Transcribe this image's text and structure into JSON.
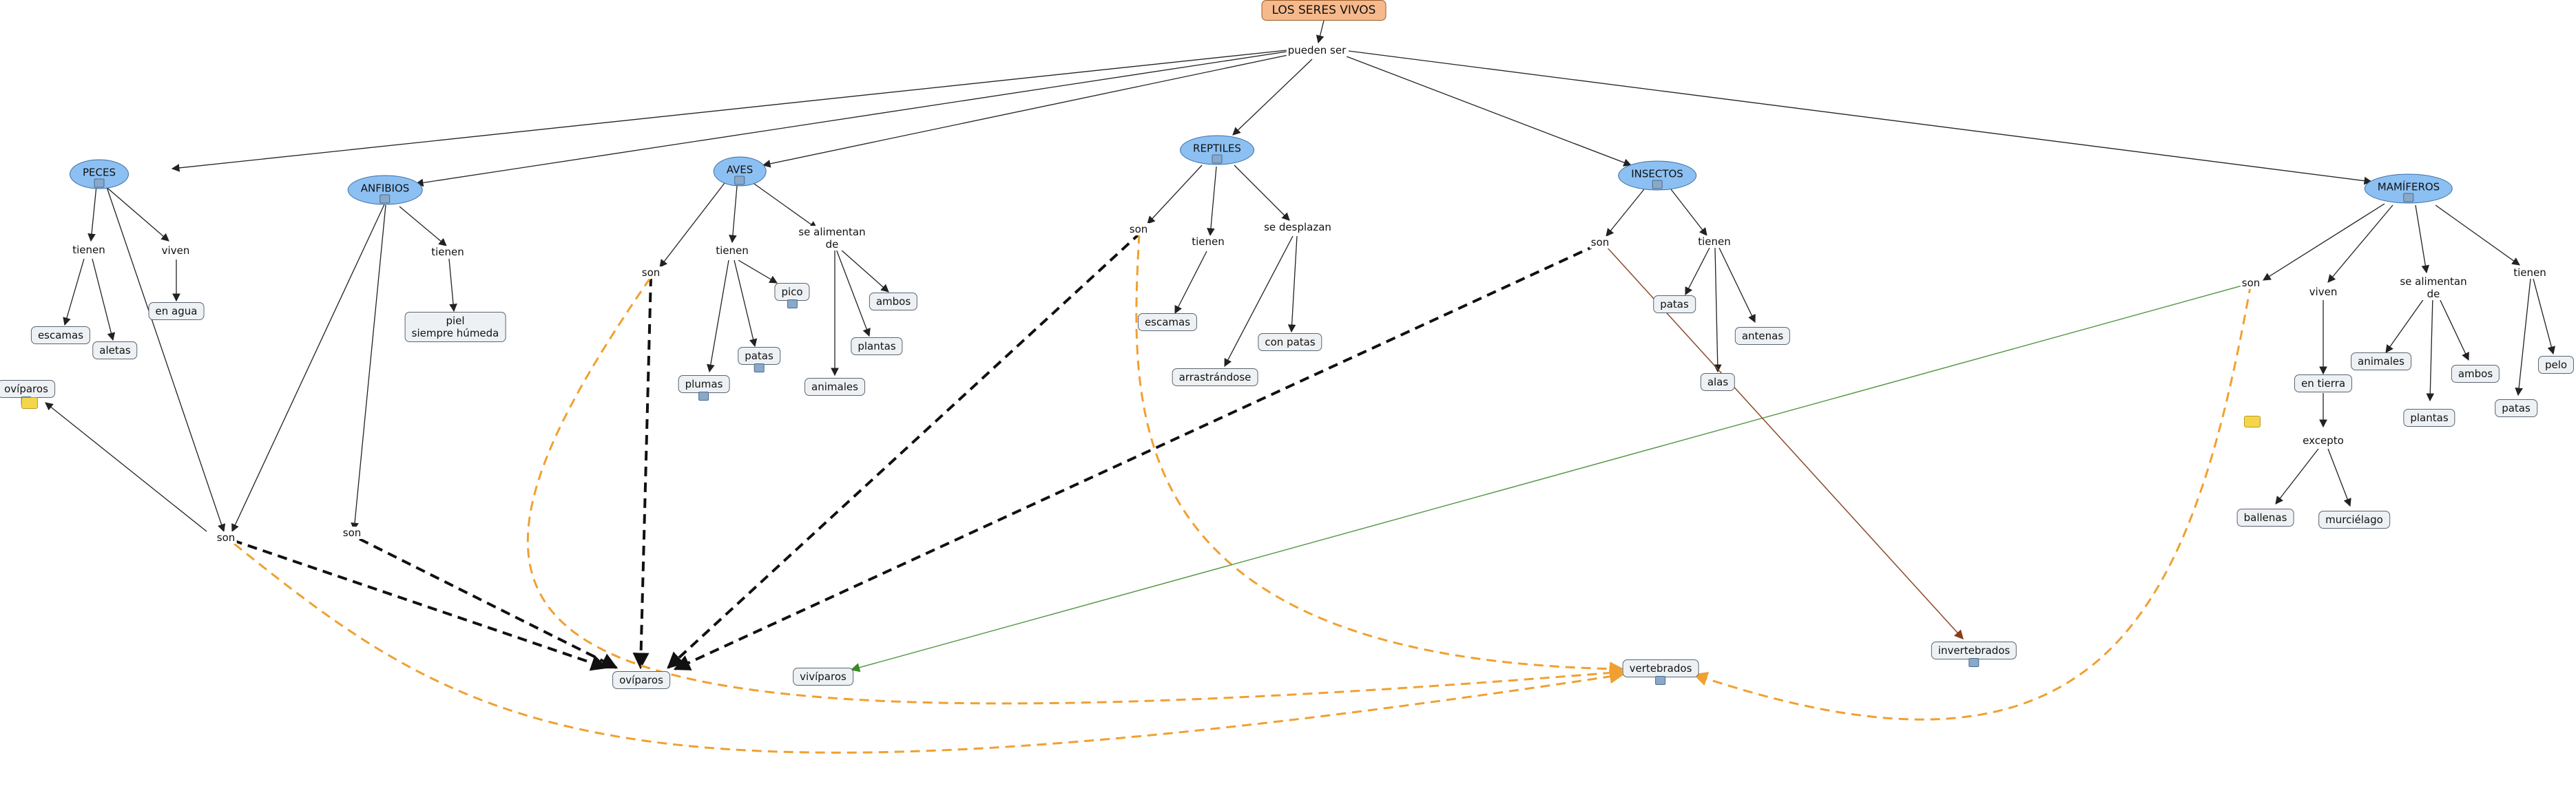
{
  "nodes": [
    {
      "id": "root",
      "text": "LOS SERES VIVOS"
    },
    {
      "id": "pueden",
      "text": "pueden ser"
    },
    {
      "id": "peces",
      "text": "PECES",
      "icon": "attachment-icon"
    },
    {
      "id": "anfibios",
      "text": "ANFIBIOS",
      "icon": "attachment-icon"
    },
    {
      "id": "aves",
      "text": "AVES",
      "icon": "attachment-icon"
    },
    {
      "id": "reptiles",
      "text": "REPTILES",
      "icon": "attachment-icon"
    },
    {
      "id": "insectos",
      "text": "INSECTOS",
      "icon": "attachment-icon"
    },
    {
      "id": "mamiferos",
      "text": "MAMÍFEROS",
      "icon": "attachment-icon"
    },
    {
      "id": "p_tienen",
      "text": "tienen"
    },
    {
      "id": "p_viven",
      "text": "viven"
    },
    {
      "id": "p_escamas",
      "text": "escamas"
    },
    {
      "id": "p_aletas",
      "text": "aletas"
    },
    {
      "id": "p_agua",
      "text": "en agua"
    },
    {
      "id": "ovi_l",
      "text": "ovíparos",
      "icon": "attachment-icon"
    },
    {
      "id": "p_son",
      "text": "son"
    },
    {
      "id": "a_tienen",
      "text": "tienen"
    },
    {
      "id": "a_piel",
      "text": "piel\nsiempre húmeda"
    },
    {
      "id": "a_son",
      "text": "son"
    },
    {
      "id": "v_son",
      "text": "son"
    },
    {
      "id": "v_tienen",
      "text": "tienen"
    },
    {
      "id": "v_sealim",
      "text": "se alimentan\nde"
    },
    {
      "id": "v_pico",
      "text": "pico",
      "icon": "attachment-icon"
    },
    {
      "id": "v_patas",
      "text": "patas",
      "icon": "attachment-icon"
    },
    {
      "id": "v_plumas",
      "text": "plumas",
      "icon": "attachment-icon"
    },
    {
      "id": "v_ambos",
      "text": "ambos"
    },
    {
      "id": "v_plantas",
      "text": "plantas"
    },
    {
      "id": "v_animales",
      "text": "animales"
    },
    {
      "id": "r_son",
      "text": "son"
    },
    {
      "id": "r_tienen",
      "text": "tienen"
    },
    {
      "id": "r_sedespl",
      "text": "se desplazan"
    },
    {
      "id": "r_escamas",
      "text": "escamas"
    },
    {
      "id": "r_conpatas",
      "text": "con patas"
    },
    {
      "id": "r_arrast",
      "text": "arrastrándose"
    },
    {
      "id": "i_son",
      "text": "son"
    },
    {
      "id": "i_tienen",
      "text": "tienen"
    },
    {
      "id": "i_patas",
      "text": "patas"
    },
    {
      "id": "i_antenas",
      "text": "antenas"
    },
    {
      "id": "i_alas",
      "text": "alas"
    },
    {
      "id": "invert",
      "text": "invertebrados",
      "icon": "attachment-icon"
    },
    {
      "id": "vert",
      "text": "vertebrados",
      "icon": "attachment-icon"
    },
    {
      "id": "oviparos",
      "text": "ovíparos"
    },
    {
      "id": "viviparos",
      "text": "vivíparos"
    },
    {
      "id": "m_son",
      "text": "son"
    },
    {
      "id": "m_viven",
      "text": "viven"
    },
    {
      "id": "m_sealim",
      "text": "se alimentan\nde"
    },
    {
      "id": "m_tienen",
      "text": "tienen"
    },
    {
      "id": "m_tierra",
      "text": "en tierra"
    },
    {
      "id": "m_excepto",
      "text": "excepto"
    },
    {
      "id": "m_ballenas",
      "text": "ballenas"
    },
    {
      "id": "m_murcielago",
      "text": "murciélago"
    },
    {
      "id": "m_animales",
      "text": "animales"
    },
    {
      "id": "m_plantas",
      "text": "plantas"
    },
    {
      "id": "m_ambos",
      "text": "ambos"
    },
    {
      "id": "m_patas",
      "text": "patas"
    },
    {
      "id": "m_pelo",
      "text": "pelo"
    }
  ],
  "colors": {
    "root_fill": "#f6b98c",
    "concept_fill": "#8cc0f2",
    "box_fill": "#eef1f4",
    "line": "#222222",
    "orange": "#f0a030",
    "green": "#5a9a4a",
    "brown": "#8b4a2a",
    "note": "#f5d64a"
  }
}
